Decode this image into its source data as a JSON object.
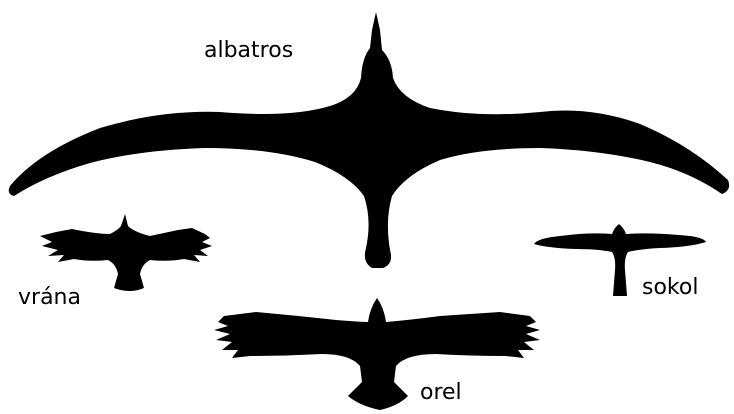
{
  "colors": {
    "background": "#ffffff",
    "silhouette": "#000000",
    "text": "#000000"
  },
  "birds": {
    "albatros": {
      "label": "albatros",
      "icon": "albatross-silhouette-icon"
    },
    "vrana": {
      "label": "vrána",
      "icon": "crow-silhouette-icon"
    },
    "sokol": {
      "label": "sokol",
      "icon": "falcon-silhouette-icon"
    },
    "orel": {
      "label": "orel",
      "icon": "eagle-silhouette-icon"
    }
  }
}
